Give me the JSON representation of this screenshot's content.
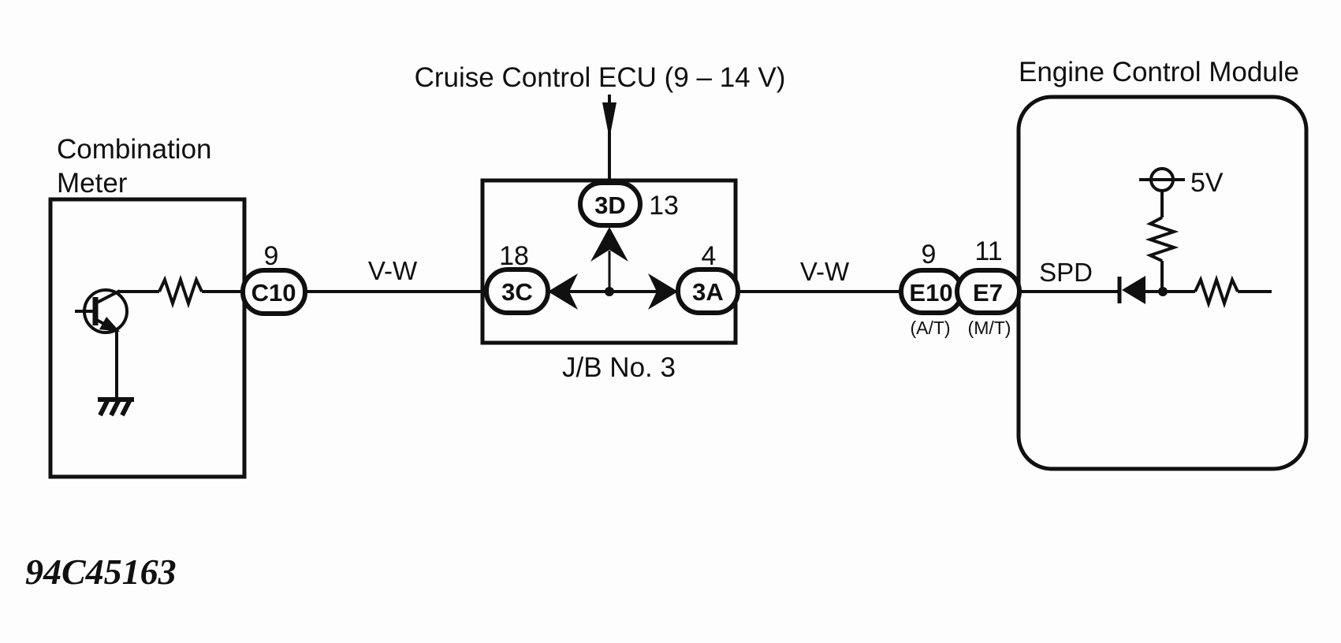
{
  "figure": {
    "id": "94C45163",
    "cruise_label": "Cruise Control ECU (9 – 14 V)",
    "ecm_label": "Engine Control Module",
    "jb_label": "J/B No. 3",
    "meter_label_line1": "Combination",
    "meter_label_line2": "Meter",
    "wire_left_color_code": "V-W",
    "wire_right_color_code": "V-W",
    "signal_label": "SPD",
    "supply_label": "5V",
    "connectors": {
      "c10": {
        "name": "C10",
        "pin": "9"
      },
      "c3c": {
        "name": "3C",
        "pin": "18"
      },
      "c3d": {
        "name": "3D",
        "pin": "13"
      },
      "c3a": {
        "name": "3A",
        "pin": "4"
      },
      "e10": {
        "name": "E10",
        "pin": "9",
        "note": "(A/T)"
      },
      "e7": {
        "name": "E7",
        "pin": "11",
        "note": "(M/T)"
      }
    },
    "colors": {
      "ink": "#101010",
      "paper": "#fdfdfd"
    }
  }
}
